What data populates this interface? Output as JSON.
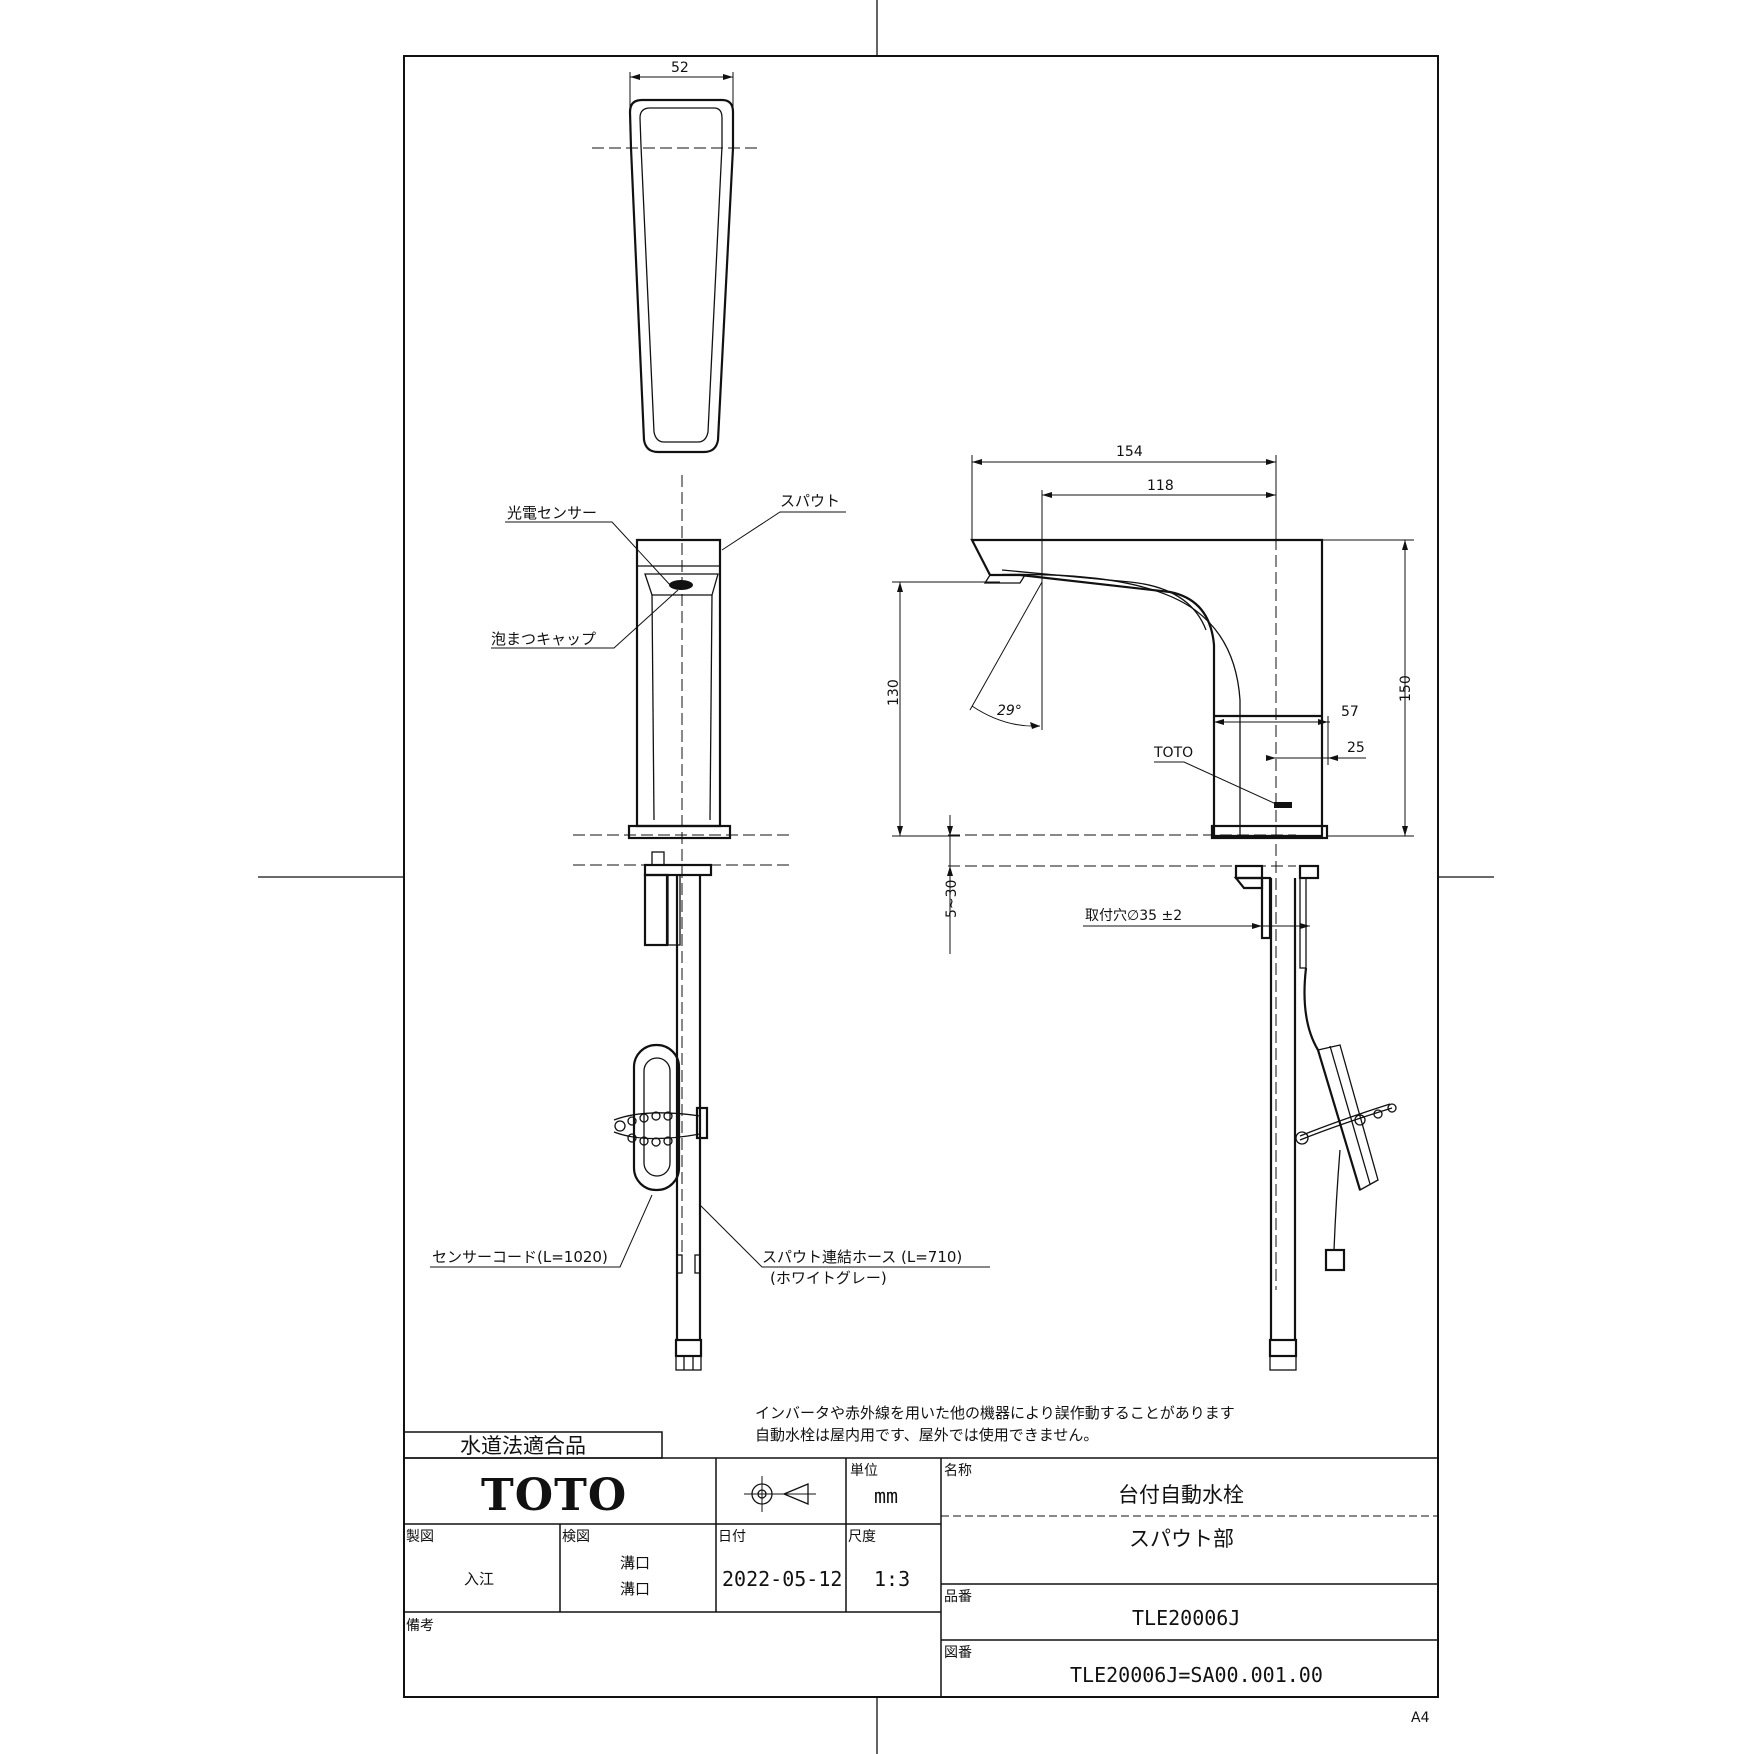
{
  "top_view": {
    "width_dim": "52"
  },
  "front_view": {
    "labels": {
      "photo_sensor": "光電センサー",
      "spout": "スパウト",
      "aerator_cap": "泡まつキャップ",
      "sensor_cord": "センサーコード(L=1020)",
      "spout_hose": "スパウト連結ホース (L=710)",
      "hose_color": "(ホワイトグレー)"
    }
  },
  "side_view": {
    "dims": {
      "overall_length": "154",
      "reach": "118",
      "height": "150",
      "spout_height": "130",
      "angle": "29°",
      "base_depth": "57",
      "base_offset": "25",
      "counter_thickness": "5~30",
      "mount_hole": "取付穴∅35 ±2"
    },
    "brand_mark": "TOTO"
  },
  "notes": [
    "インバータや赤外線を用いた他の機器により誤作動することがあります",
    "自動水栓は屋内用です、屋外では使用できません。"
  ],
  "certification": "水道法適合品",
  "title_block": {
    "logo": "TOTO",
    "unit_label": "単位",
    "unit": "mm",
    "name_label": "名称",
    "name": "台付自動水栓",
    "subname": "スパウト部",
    "drawn_label": "製図",
    "drawn_by": "入江",
    "checked_label": "検図",
    "checked_by_1": "溝口",
    "checked_by_2": "溝口",
    "date_label": "日付",
    "date": "2022-05-12",
    "scale_label": "尺度",
    "scale": "1:3",
    "part_no_label": "品番",
    "part_no": "TLE20006J",
    "remarks_label": "備考",
    "drawing_no_label": "図番",
    "drawing_no": "TLE20006J=SA00.001.00"
  },
  "sheet_size": "A4"
}
